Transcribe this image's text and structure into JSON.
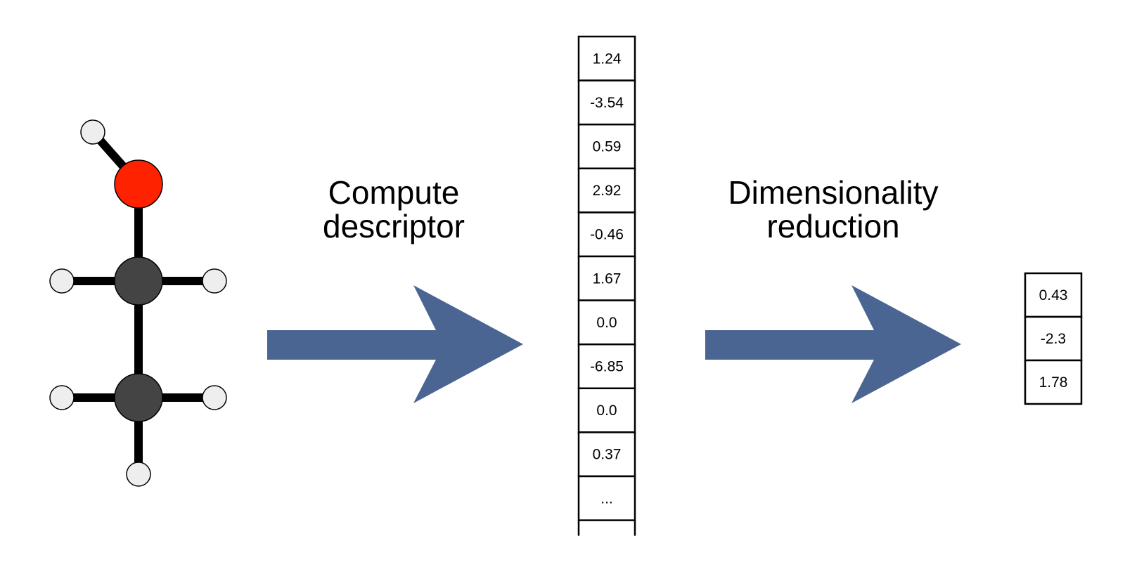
{
  "steps": {
    "compute_descriptor": {
      "line1": "Compute",
      "line2": "descriptor"
    },
    "dimensionality_reduction": {
      "line1": "Dimensionality",
      "line2": "reduction"
    }
  },
  "descriptor_vector": [
    "1.24",
    "-3.54",
    "0.59",
    "2.92",
    "-0.46",
    "1.67",
    "0.0",
    "-6.85",
    "0.0",
    "0.37",
    "..."
  ],
  "reduced_vector": [
    "0.43",
    "-2.3",
    "1.78"
  ],
  "colors": {
    "arrow": "#4a6591",
    "oxygen": "#ff2200",
    "carbon": "#444444",
    "hydrogen": "#eeeeee",
    "bond": "#000000"
  }
}
